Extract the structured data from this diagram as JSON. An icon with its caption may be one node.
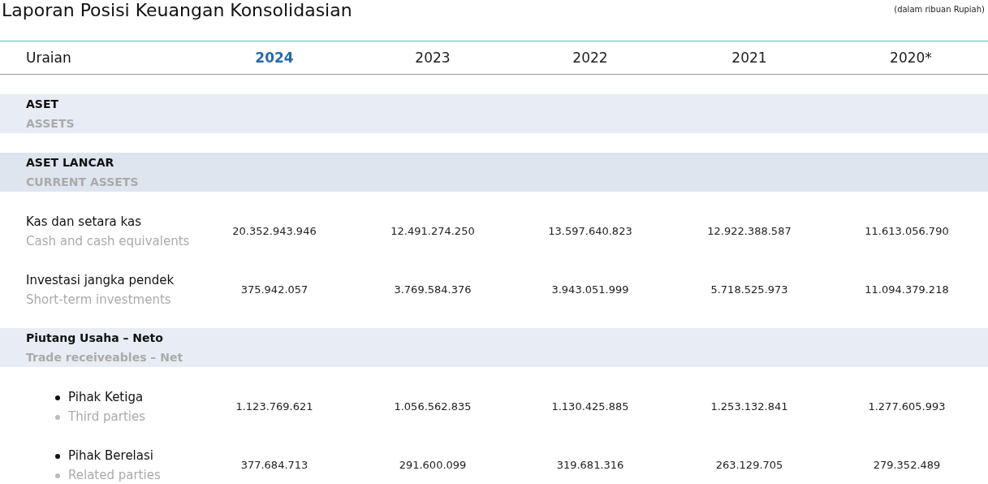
{
  "diagram": {
    "title": "Laporan Posisi Keuangan Konsolidasian",
    "labels": [
      "(dalam ribuan Rupiah)",
      "Uraian",
      "2024",
      "2023",
      "2022",
      "2021",
      "2020*",
      "ASET",
      "ASSETS",
      "ASET LANCAR",
      "CURRENT ASSETS",
      "Kas dan setara kas",
      "Cash and cash equivalents",
      "20.352.943.946",
      "12.491.274.250",
      "13.597.640.823",
      "12.922.388.587",
      "11.613.056.790",
      "Investasi jangka pendek",
      "Short-term investments",
      "375.942.057",
      "3.769.584.376",
      "3.943.051.999",
      "5.718.525.973",
      "11.094.379.218",
      "Piutang Usaha – Neto",
      "Trade receiveables – Net",
      "Pihak Ketiga",
      "Third parties",
      "1.123.769.621",
      "1.056.562.835",
      "1.130.425.885",
      "1.253.132.841",
      "1.277.605.993",
      "Pihak Berelasi",
      "Related parties",
      "377.684.713",
      "291.600.099",
      "319.681.316",
      "263.129.705",
      "279.352.489"
    ]
  }
}
